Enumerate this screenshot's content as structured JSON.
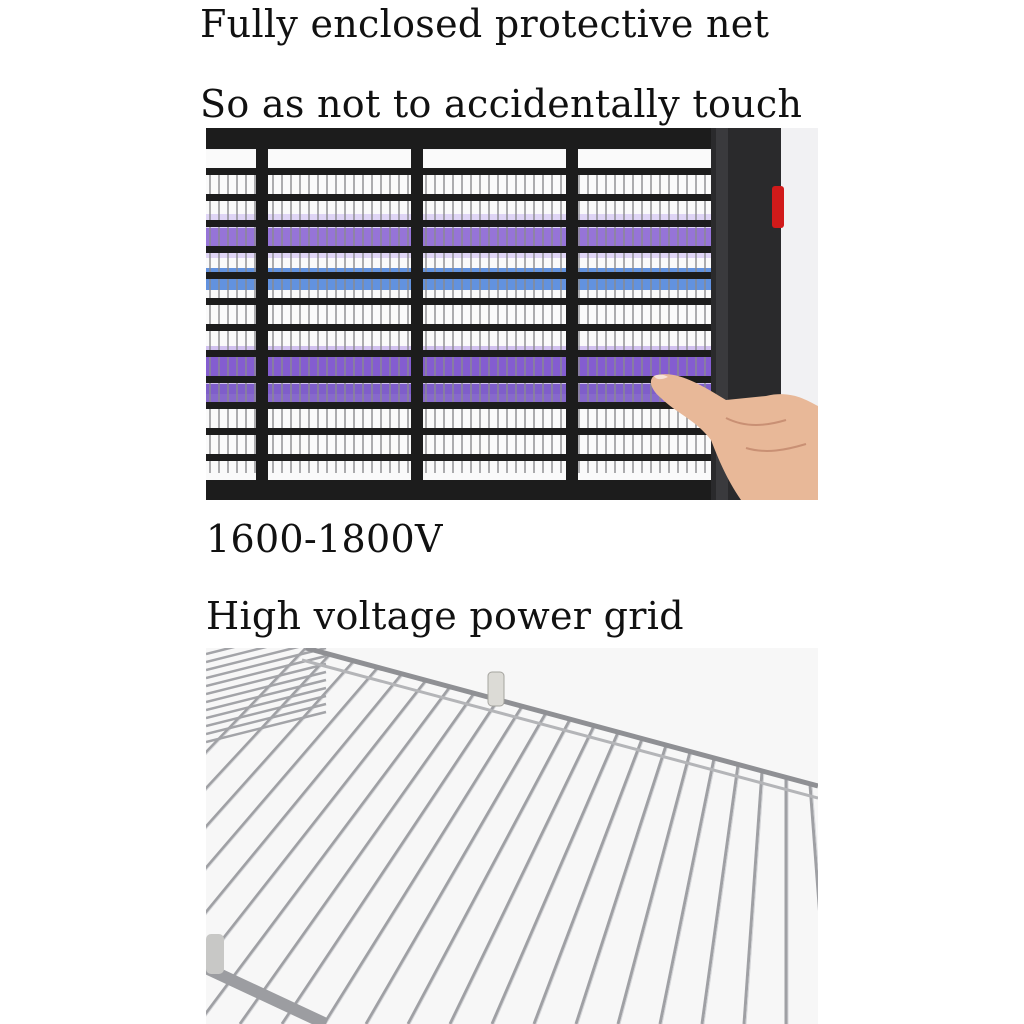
{
  "captions": {
    "line1": "Fully enclosed protective net",
    "line2": "So as not to accidentally touch",
    "voltage": "1600-1800V",
    "grid_label": "High voltage power grid"
  },
  "colors": {
    "frame": "#1c1c1c",
    "uv_glow": "#8a63d2",
    "uv_blue": "#2f6fd6",
    "switch_red": "#d11a1a",
    "steel": "#a9aaad",
    "skin": "#e8b898"
  },
  "icons": {
    "top_photo": "protective-net-photo",
    "bottom_photo": "steel-grid-photo"
  }
}
